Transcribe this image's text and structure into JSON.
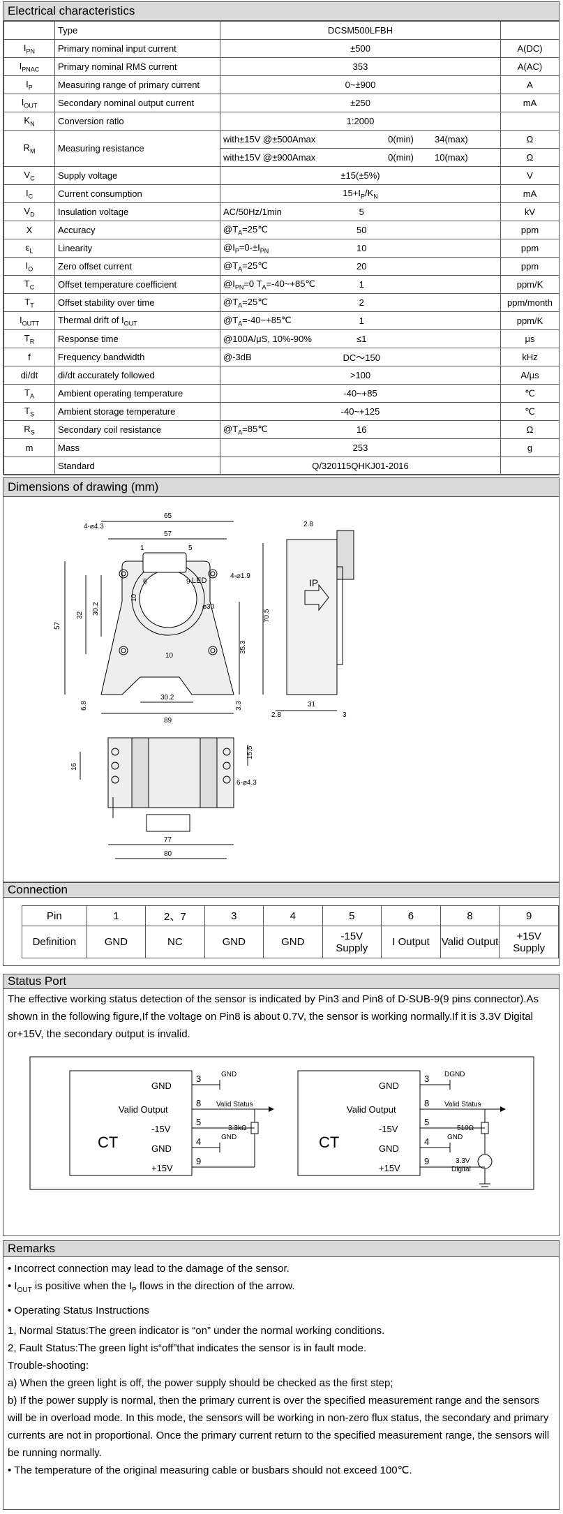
{
  "electrical": {
    "title": "Electrical characteristics",
    "type_label": "Type",
    "type_value": "DCSM500LFBH",
    "rows": [
      {
        "sym": "I",
        "sub": "PN",
        "param": "Primary nominal input current",
        "cond": "",
        "val": "±500",
        "unit": "A(DC)"
      },
      {
        "sym": "I",
        "sub": "PNAC",
        "param": "Primary nominal RMS current",
        "cond": "",
        "val": "353",
        "unit": "A(AC)"
      },
      {
        "sym": "I",
        "sub": "P",
        "param": "Measuring range of primary current",
        "cond": "",
        "val": "0~±900",
        "unit": "A"
      },
      {
        "sym": "I",
        "sub": "OUT",
        "param": "Secondary nominal output current",
        "cond": "",
        "val": "±250",
        "unit": "mA"
      },
      {
        "sym": "K",
        "sub": "N",
        "param": "Conversion ratio",
        "cond": "",
        "val": "1:2000",
        "unit": ""
      }
    ],
    "rm": {
      "sym": "R",
      "sub": "M",
      "param": "Measuring resistance",
      "lines": [
        {
          "cond": "with±15V  @±500Amax",
          "min": "0(min)",
          "max": "34(max)",
          "unit": "Ω"
        },
        {
          "cond": "with±15V  @±900Amax",
          "min": "0(min)",
          "max": "10(max)",
          "unit": "Ω"
        }
      ]
    },
    "rows2": [
      {
        "sym": "V",
        "sub": "C",
        "param": "Supply voltage",
        "cond": "",
        "val": "±15(±5%)",
        "unit": "V"
      },
      {
        "sym": "I",
        "sub": "C",
        "param": "Current consumption",
        "cond": "",
        "val": "15+I",
        "unit": "mA",
        "valrest": "P",
        "valend": "/K",
        "valend2": "N"
      },
      {
        "sym": "V",
        "sub": "D",
        "param": "Insulation voltage",
        "cond": "AC/50Hz/1min",
        "val": "5",
        "unit": "kV"
      },
      {
        "sym": "X",
        "sub": "",
        "param": "Accuracy",
        "cond": "@T",
        "condsub": "A",
        "condend": "=25℃",
        "val": "50",
        "unit": "ppm"
      },
      {
        "sym": "ε",
        "sub": "L",
        "param": "Linearity",
        "cond": "@I",
        "condsub": "P",
        "condend": "=0-±I",
        "condsub2": "PN",
        "val": "10",
        "unit": "ppm"
      },
      {
        "sym": "I",
        "sub": "O",
        "param": "Zero offset current",
        "cond": "@T",
        "condsub": "A",
        "condend": "=25℃",
        "val": "20",
        "unit": "ppm"
      },
      {
        "sym": "T",
        "sub": "C",
        "param": "Offset temperature coefficient",
        "cond": "@I",
        "condsub": "PN",
        "condend": "=0   T",
        "condsub2": "A",
        "condend2": "=-40~+85℃",
        "val": "1",
        "unit": "ppm/K"
      },
      {
        "sym": "T",
        "sub": "T",
        "param": "Offset stability over time",
        "cond": "@T",
        "condsub": "A",
        "condend": "=25℃",
        "val": "2",
        "unit": "ppm/month"
      },
      {
        "sym": "I",
        "sub": "OUTT",
        "param": "Thermal drift of I",
        "paramsub": "OUT",
        "cond": "@T",
        "condsub": "A",
        "condend": "=-40~+85℃",
        "val": "1",
        "unit": "ppm/K"
      },
      {
        "sym": "T",
        "sub": "R",
        "param": "Response time",
        "cond": "@100A/μS,  10%-90%",
        "val": "≤1",
        "unit": "μs"
      },
      {
        "sym": "f",
        "sub": "",
        "param": "Frequency bandwidth",
        "cond": "@-3dB",
        "val": "DC～150",
        "unit": "kHz"
      },
      {
        "sym": "di/dt",
        "sub": "",
        "param": "di/dt accurately followed",
        "cond": "",
        "val": ">100",
        "unit": "A/μs"
      },
      {
        "sym": "T",
        "sub": "A",
        "param": "Ambient operating temperature",
        "cond": "",
        "val": "-40~+85",
        "unit": "℃"
      },
      {
        "sym": "T",
        "sub": "S",
        "param": "Ambient storage temperature",
        "cond": "",
        "val": "-40~+125",
        "unit": "℃"
      },
      {
        "sym": "R",
        "sub": "S",
        "param": "Secondary coil resistance",
        "cond": "@T",
        "condsub": "A",
        "condend": "=85℃",
        "val": "16",
        "unit": "Ω"
      },
      {
        "sym": "m",
        "sub": "",
        "param": "Mass",
        "cond": "",
        "val": "253",
        "unit": "g"
      },
      {
        "sym": "",
        "sub": "",
        "param": "Standard",
        "cond": "",
        "val": "Q/320115QHKJ01-2016",
        "unit": ""
      }
    ]
  },
  "dimensions": {
    "title": "Dimensions of drawing (mm)",
    "labels": {
      "d65": "65",
      "d57": "57",
      "d57v": "57",
      "d32": "32",
      "d30_2v": "30.2",
      "d10v": "10",
      "d10h": "10",
      "phi30": "⌀30",
      "d70_5": "70.5",
      "d35_3": "35.3",
      "d30_2h": "30.2",
      "d89": "89",
      "d6_8": "6.8",
      "d3_3": "3.3",
      "holes4": "4-⌀4.3",
      "holes_led": "4-⌀1.9",
      "led": "LED",
      "pin1": "1",
      "pin5": "5",
      "pin6": "6",
      "pin9": "9",
      "d2_8top": "2.8",
      "ip": "IP",
      "d2_8": "2.8",
      "d31": "31",
      "d3": "3",
      "d16": "16",
      "d15_5": "15.5",
      "holes6": "6-⌀4.3",
      "d77": "77",
      "d80": "80"
    }
  },
  "connection": {
    "title": "Connection",
    "pin_label": "Pin",
    "def_label": "Definition",
    "pins": [
      "1",
      "2、7",
      "3",
      "4",
      "5",
      "6",
      "8",
      "9"
    ],
    "defs": [
      "GND",
      "NC",
      "GND",
      "GND",
      "-15V Supply",
      "I Output",
      "Valid Output",
      "+15V Supply"
    ]
  },
  "status": {
    "title": "Status Port",
    "text": "The effective working status detection of the sensor is indicated by Pin3 and Pin8 of D-SUB-9(9 pins connector).As shown in the following figure,If the voltage on Pin8 is about 0.7V, the sensor is working normally.If it is 3.3V Digital or+15V, the secondary output is invalid.",
    "left": {
      "ct": "CT",
      "gnd1": "GND",
      "valid": "Valid Output",
      "m15": "-15V",
      "gnd2": "GND",
      "p15": "+15V",
      "p3": "3",
      "p8": "8",
      "p5": "5",
      "p4": "4",
      "p9": "9",
      "gsym1": "GND",
      "vs": "Valid Status",
      "res": "3.3kΩ",
      "gsym2": "GND"
    },
    "right": {
      "ct": "CT",
      "gnd1": "GND",
      "valid": "Valid Output",
      "m15": "-15V",
      "gnd2": "GND",
      "p15": "+15V",
      "p3": "3",
      "p8": "8",
      "p5": "5",
      "p4": "4",
      "p9": "9",
      "gsym1": "DGND",
      "vs": "Valid Status",
      "res": "510Ω",
      "gsym2": "GND",
      "v33": "3.3V",
      "digital": "Digital"
    }
  },
  "remarks": {
    "title": "Remarks",
    "b1": "• Incorrect connection may lead to the damage of the sensor.",
    "b2a": "• I",
    "b2sub": "OUT",
    "b2b": " is positive when the I",
    "b2sub2": "P",
    "b2c": " flows in the direction of the arrow.",
    "b3": "• Operating Status Instructions",
    "l1": "1, Normal Status:The green indicator is “on” under the normal working conditions.",
    "l2": "2, Fault Status:The green light is“off”that indicates the sensor is in fault mode.",
    "l3": "Trouble-shooting:",
    "l4": "a) When the green light is off, the power supply should be checked as the first step;",
    "l5": "b) If the power supply is normal, then the primary current is over the specified measurement range and the sensors will be in overload mode. In this mode, the sensors will be working in non-zero flux status, the secondary and primary currents are not in proportional. Once the primary current return to the specified measurement range, the sensors will be running normally.",
    "b4": "• The temperature of the original measuring cable or busbars should not exceed 100℃."
  }
}
